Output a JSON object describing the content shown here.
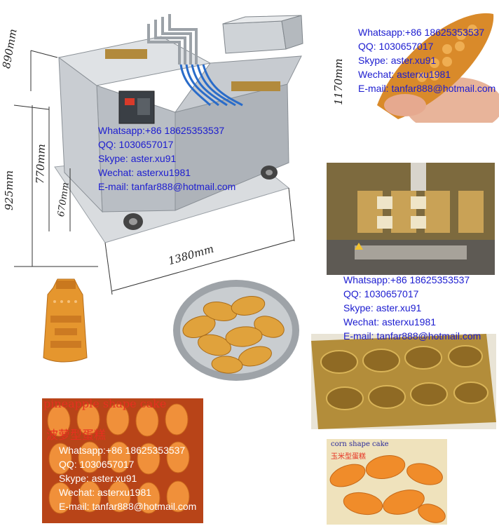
{
  "contact_main": {
    "whatsapp": "Whatsapp:+86 18625353537",
    "qq": "QQ: 1030657017",
    "skype": "Skype: aster.xu91",
    "wechat": "Wechat: asterxu1981",
    "email": "E-mail: tanfar888@hotmail.com"
  },
  "contact_top_right": {
    "whatsapp": "Whatsapp:+86 18625353537",
    "qq": "QQ: 1030657017",
    "skype": "Skype: aster.xu91",
    "wechat": "Wechat: asterxu1981",
    "email": "E-mail: tanfar888@hotmail.com"
  },
  "contact_mid_right": {
    "whatsapp": "Whatsapp:+86 18625353537",
    "qq": "QQ: 1030657017",
    "skype": "Skype: aster.xu91",
    "wechat": "Wechat: asterxu1981",
    "email": "E-mail: tanfar888@hotmail.com"
  },
  "contact_bottom_left": {
    "whatsapp": "Whatsapp:+86 18625353537",
    "qq": "QQ: 1030657017",
    "skype": "Skype: aster.xu91",
    "wechat": "Wechat: asterxu1981",
    "email": "E-mail: tanfar888@hotmail.com"
  },
  "dimensions": {
    "top_depth": "890mm",
    "height_total": "1170mm",
    "height_left": "925mm",
    "height_body": "770mm",
    "height_table": "670mm",
    "width": "1380mm"
  },
  "captions": {
    "pineapple_en": "pineapple shape cake",
    "pineapple_cn": "波萝型蛋糕",
    "corn_en": "corn shape cake",
    "corn_cn": "玉米型蛋糕"
  },
  "colors": {
    "contact_blue": "#1c1cd0",
    "caption_red": "#e63020"
  }
}
